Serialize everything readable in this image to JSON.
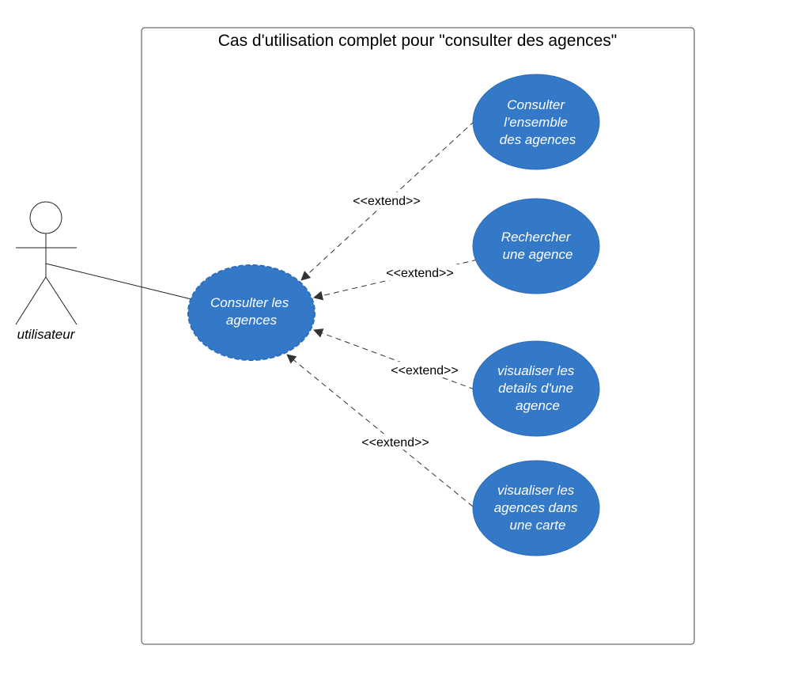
{
  "diagram": {
    "title": "Cas d'utilisation complet pour \"consulter des agences\"",
    "actor": {
      "label": "utilisateur"
    },
    "main_use_case": {
      "lines": [
        "Consulter les",
        "agences"
      ]
    },
    "use_cases": [
      {
        "lines": [
          "Consulter",
          "l'ensemble",
          "des agences"
        ]
      },
      {
        "lines": [
          "Rechercher",
          "une agence"
        ]
      },
      {
        "lines": [
          "visualiser les",
          "details d'une",
          "agence"
        ]
      },
      {
        "lines": [
          "visualiser les",
          "agences dans",
          "une carte"
        ]
      }
    ],
    "relations": [
      {
        "label": "<<extend>>"
      },
      {
        "label": "<<extend>>"
      },
      {
        "label": "<<extend>>"
      },
      {
        "label": "<<extend>>"
      }
    ],
    "colors": {
      "use_case_fill": "#3478c8",
      "use_case_stroke": "#2e6db9",
      "line": "#333333",
      "frame": "#444444"
    }
  }
}
